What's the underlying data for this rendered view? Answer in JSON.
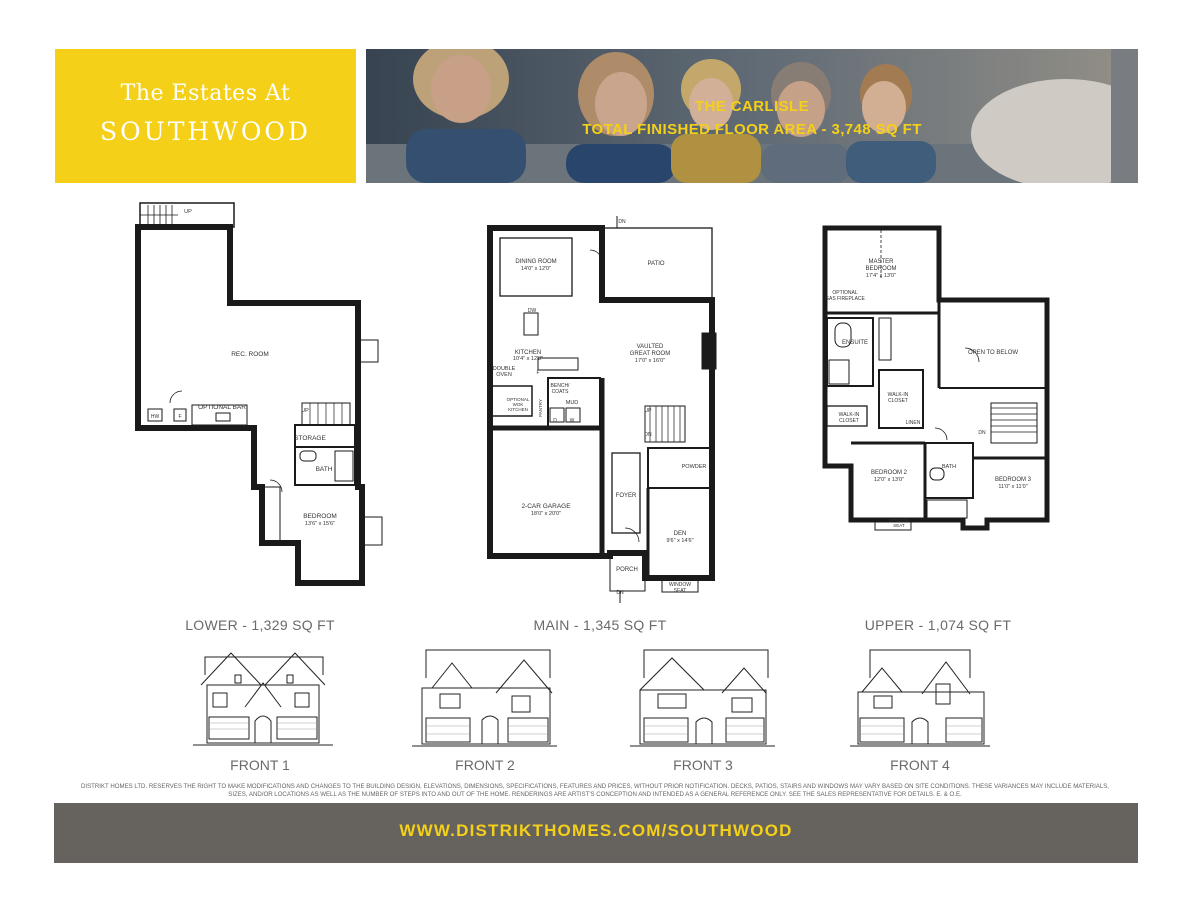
{
  "logo": {
    "line1": "The Estates At",
    "line2": "SOUTHWOOD"
  },
  "banner": {
    "model_name": "THE CARLISLE",
    "floor_area": "TOTAL FINISHED FLOOR AREA - 3,748 SQ FT"
  },
  "plans": {
    "lower": {
      "label": "LOWER - 1,329 SQ FT",
      "rooms": {
        "rec_room": "REC. ROOM",
        "optional_bar": "OPTIONAL BAR",
        "storage": "STORAGE",
        "bath": "BATH",
        "bedroom": "BEDROOM",
        "bedroom_dim": "13'6\" x 15'6\"",
        "up": "UP",
        "hw": "HW",
        "f": "F"
      }
    },
    "main": {
      "label": "MAIN - 1,345 SQ FT",
      "rooms": {
        "dining_room": "DINING ROOM",
        "dining_dim": "14'0\" x 12'0\"",
        "patio": "PATIO",
        "kitchen": "KITCHEN",
        "kitchen_dim": "10'4\" x 12'8\"",
        "great_room": "VAULTED",
        "great_room2": "GREAT ROOM",
        "great_dim": "17'0\" x 16'0\"",
        "double_oven": "DOUBLE",
        "double_oven2": "OVEN",
        "wok_kitchen": "OPTIONAL",
        "wok_kitchen2": "WOK",
        "wok_kitchen3": "KITCHEN",
        "bench_coats": "BENCH/",
        "bench_coats2": "COATS",
        "mud": "MUD",
        "pantry": "PANTRY",
        "garage": "2-CAR GARAGE",
        "garage_dim": "18'0\" x 20'0\"",
        "foyer": "FOYER",
        "powder": "POWDER",
        "den": "DEN",
        "den_dim": "9'6\" x 14'6\"",
        "porch": "PORCH",
        "window_seat": "WINDOW",
        "window_seat2": "SEAT",
        "dn": "DN",
        "up": "UP",
        "dw": "DW",
        "d": "D",
        "w": "W",
        "f": "F"
      }
    },
    "upper": {
      "label": "UPPER - 1,074 SQ FT",
      "rooms": {
        "master": "MASTER",
        "master2": "BEDROOM",
        "master_dim": "17'4\" x 13'0\"",
        "fireplace": "OPTIONAL",
        "fireplace2": "GAS FIREPLACE",
        "ensuite": "ENSUITE",
        "open_below": "OPEN TO BELOW",
        "walk_in_closet": "WALK-IN",
        "walk_in_closet2": "CLOSET",
        "linen": "LINEN",
        "bedroom2": "BEDROOM 2",
        "bedroom2_dim": "12'0\" x 13'0\"",
        "bedroom3": "BEDROOM 3",
        "bedroom3_dim": "11'0\" x 11'0\"",
        "bath": "BATH",
        "window_seat": "WINDOW",
        "window_seat2": "SEAT",
        "dn": "DN"
      }
    }
  },
  "elevations": [
    {
      "label": "FRONT 1"
    },
    {
      "label": "FRONT 2"
    },
    {
      "label": "FRONT 3"
    },
    {
      "label": "FRONT 4"
    }
  ],
  "disclaimer": "DISTRIKT HOMES LTD. RESERVES THE RIGHT TO MAKE MODIFICATIONS AND CHANGES TO THE BUILDING DESIGN, ELEVATIONS, DIMENSIONS, SPECIFICATIONS, FEATURES AND PRICES, WITHOUT PRIOR NOTIFICATION. DECKS, PATIOS, STAIRS AND WINDOWS MAY VARY BASED ON SITE CONDITIONS. THESE VARIANCES MAY INCLUDE MATERIALS, SIZES, AND/OR LOCATIONS AS WELL AS THE NUMBER OF STEPS INTO AND OUT OF THE HOME. RENDERINGS ARE ARTIST'S CONCEPTION AND INTENDED AS A GENERAL REFERENCE ONLY. SEE THE SALES REPRESENTATIVE FOR DETAILS. E. & O.E.",
  "footer": {
    "url": "WWW.DISTRIKTHOMES.COM/SOUTHWOOD"
  },
  "colors": {
    "brand_yellow": "#f5d018",
    "footer_gray": "#66635f",
    "wall": "#1a1a1a"
  }
}
